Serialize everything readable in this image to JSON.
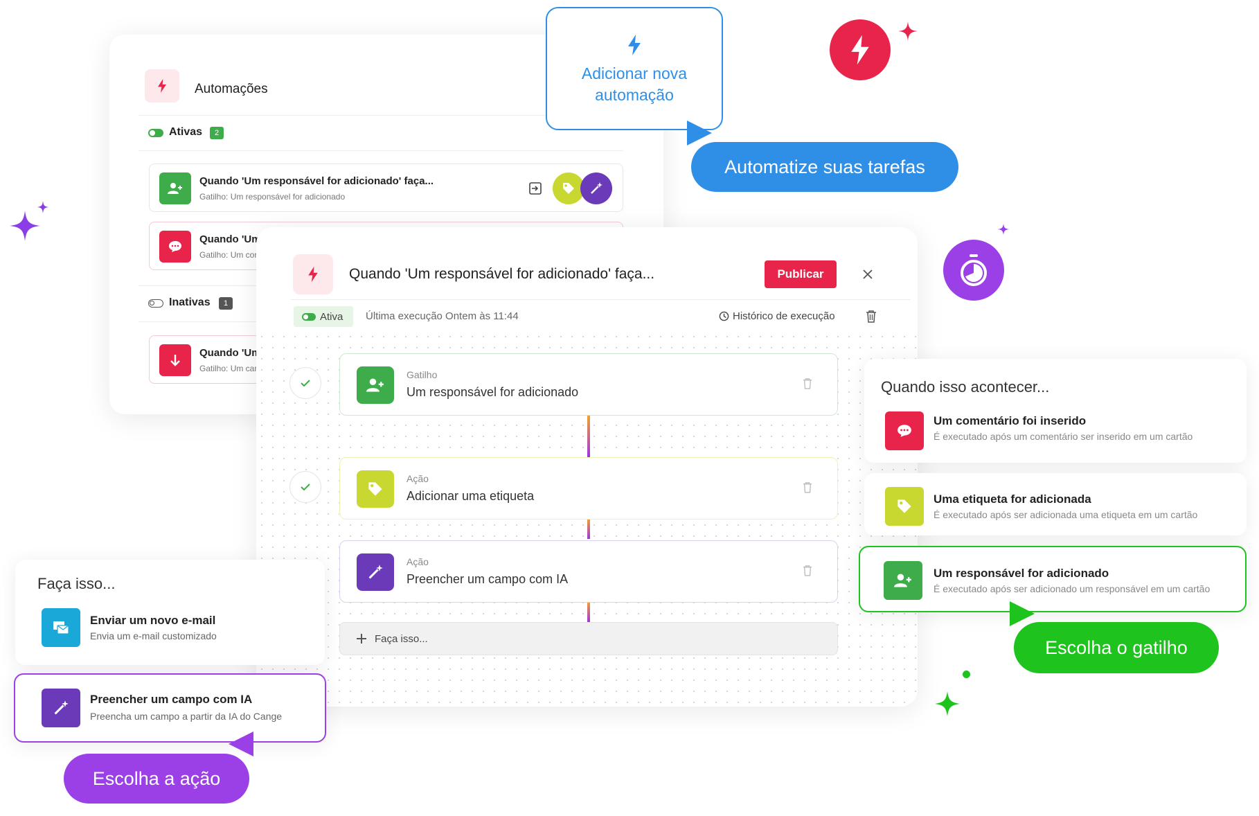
{
  "automations_panel": {
    "title": "Automações",
    "active_label": "Ativas",
    "active_count": "2",
    "inactive_label": "Inativas",
    "inactive_count": "1",
    "rows": [
      {
        "title": "Quando 'Um responsável for adicionado' faça...",
        "subtitle": "Gatilho: Um responsável for adicionado"
      },
      {
        "title": "Quando 'Um",
        "subtitle": "Gatilho: Um cor"
      },
      {
        "title": "Quando 'Um",
        "subtitle": "Gatilho: Um car"
      }
    ]
  },
  "editor": {
    "title": "Quando 'Um responsável for adicionado' faça...",
    "publish_button": "Publicar",
    "status_badge": "Ativa",
    "last_run": "Última execução Ontem às 11:44",
    "history_link": "Histórico de execução",
    "steps": [
      {
        "label": "Gatilho",
        "value": "Um responsável for adicionado"
      },
      {
        "label": "Ação",
        "value": "Adicionar uma etiqueta"
      },
      {
        "label": "Ação",
        "value": "Preencher um campo com IA"
      }
    ],
    "add_step": "Faça isso..."
  },
  "callouts": {
    "new_automation": [
      "Adicionar nova",
      "automação"
    ],
    "automate_tasks": "Automatize suas tarefas",
    "choose_trigger": "Escolha o gatilho",
    "choose_action": "Escolha a ação"
  },
  "triggers_panel": {
    "title": "Quando isso acontecer...",
    "items": [
      {
        "title": "Um comentário foi inserido",
        "subtitle": "É executado após um comentário ser inserido em um cartão"
      },
      {
        "title": "Uma etiqueta for adicionada",
        "subtitle": "É executado após ser adicionada uma etiqueta em um cartão"
      },
      {
        "title": "Um responsável for adicionado",
        "subtitle": "É executado após ser adicionado um responsável em um cartão"
      }
    ]
  },
  "actions_panel": {
    "title": "Faça isso...",
    "items": [
      {
        "title": "Enviar um novo e-mail",
        "subtitle": "Envia um e-mail customizado"
      },
      {
        "title": "Preencher um campo com IA",
        "subtitle": "Preencha um campo a partir da IA do Cange"
      }
    ]
  },
  "colors": {
    "red": "#e8244a",
    "green": "#3eac4a",
    "lime": "#c9d831",
    "purple": "#6a3ab8",
    "blue": "#2f8fe6",
    "bright_green": "#1ec31e",
    "violet": "#9b3fe6",
    "teal": "#1aa8d8"
  }
}
